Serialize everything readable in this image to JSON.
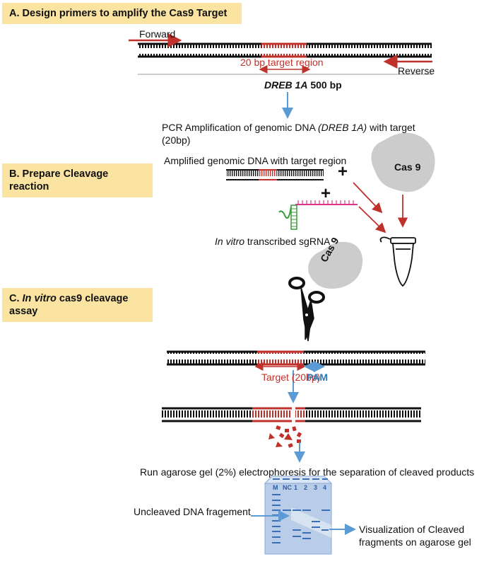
{
  "sections": {
    "a": {
      "title": "A. Design primers to amplify the Cas9 Target"
    },
    "b": {
      "title_line1": "B. Prepare Cleavage",
      "title_line2": "reaction"
    },
    "c": {
      "title_prefix": "C. ",
      "title_italic": "In vitro",
      "title_rest": " cas9 cleavage",
      "title_line2": "assay"
    }
  },
  "primers": {
    "forward": "Forward",
    "reverse": "Reverse",
    "target_region": "20 bp target region"
  },
  "gene": {
    "name": "DREB 1A",
    "size": "500 bp"
  },
  "pcr": {
    "line1_prefix": "PCR Amplification of genomic DNA ",
    "line1_italic": "(DREB 1A)",
    "line1_suffix": "  with target",
    "line2": "(20bp)"
  },
  "cleavage": {
    "amplified_label": "Amplified genomic DNA with target region",
    "plus": "+",
    "cas9_label": "Cas 9",
    "sgrna_italic": "In vitro",
    "sgrna_rest": " transcribed sgRNA"
  },
  "assay": {
    "cas9_label": "Cas 9",
    "target_label": "Target (20bp)",
    "pam_label": "PAM"
  },
  "gel": {
    "run_text": "Run agarose gel (2%) electrophoresis for the separation of cleaved products",
    "lanes": [
      "M",
      "NC",
      "1",
      "2",
      "3",
      "4"
    ],
    "uncleaved_label": "Uncleaved DNA fragement",
    "visualization_line1": "Visualization of Cleaved",
    "visualization_line2": "fragments on agarose gel"
  },
  "colors": {
    "target_red": "#c0312b",
    "arrow_blue": "#5b9bd5",
    "box_fill": "#fbe3a2",
    "sgrna_pink": "#e0338a",
    "sgrna_green": "#3a9a3a",
    "gel_fill": "#b9cde8"
  }
}
